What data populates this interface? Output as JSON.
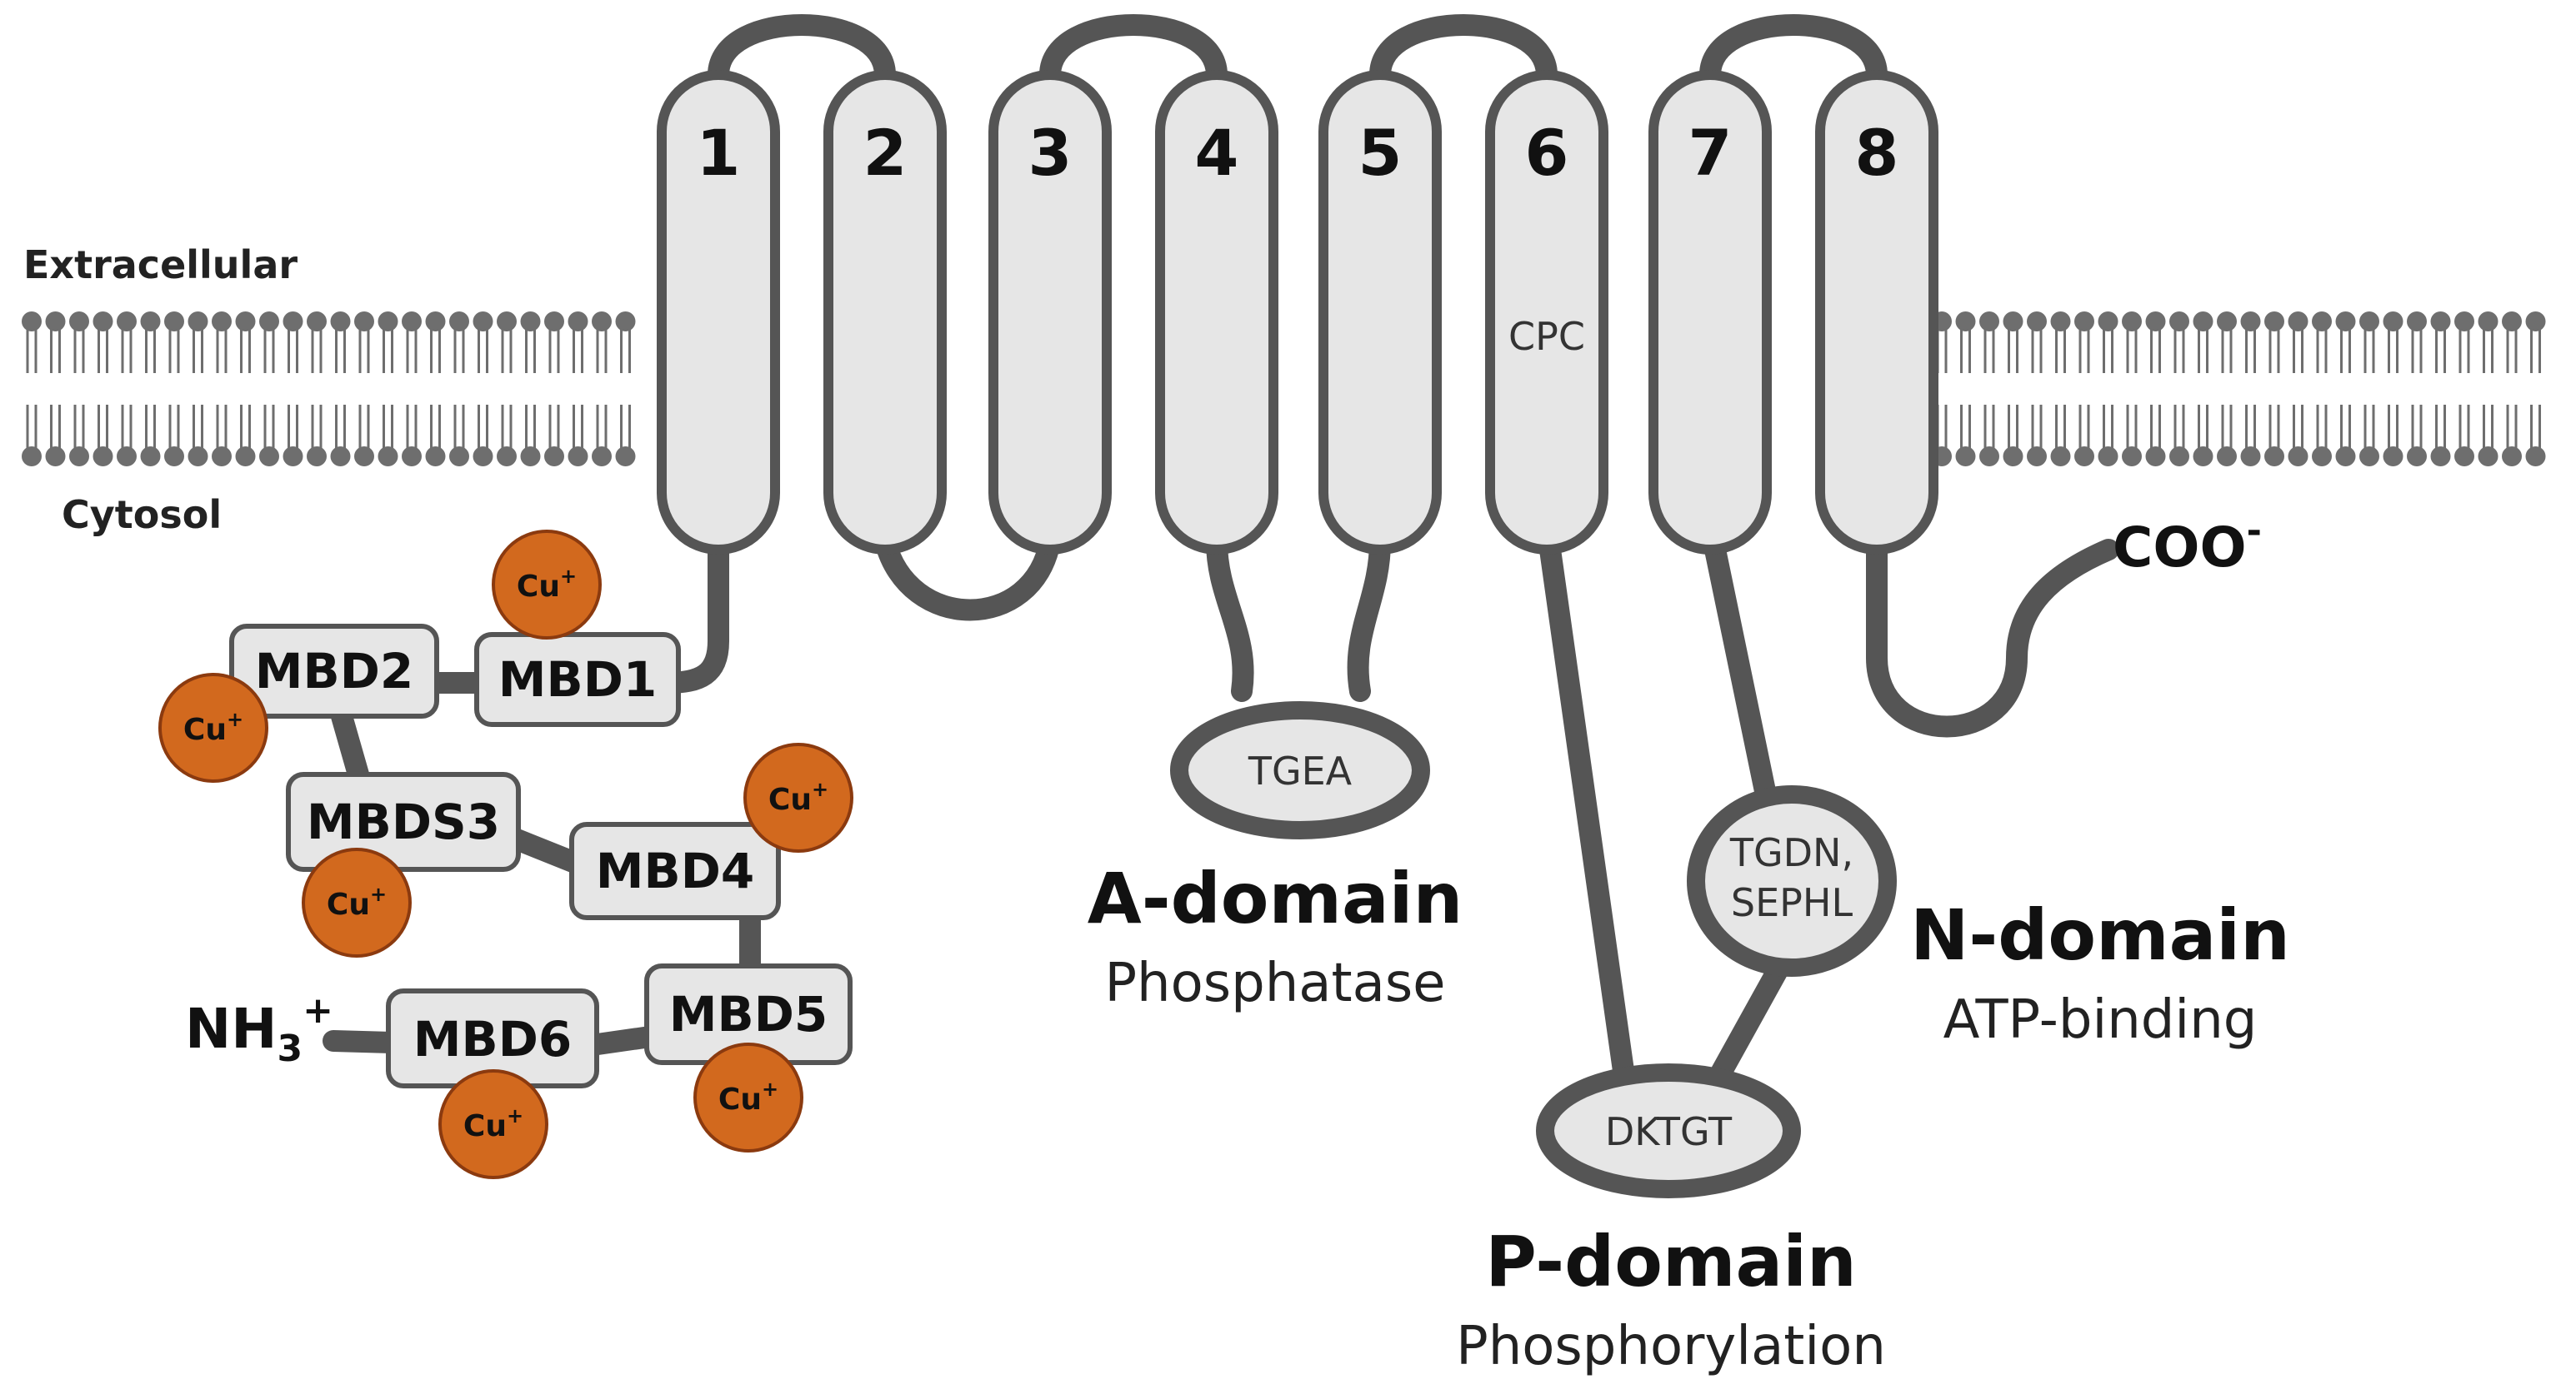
{
  "membrane": {
    "extracellular_label": "Extracellular",
    "cytosol_label": "Cytosol"
  },
  "helices": [
    {
      "number": "1"
    },
    {
      "number": "2"
    },
    {
      "number": "3"
    },
    {
      "number": "4"
    },
    {
      "number": "5"
    },
    {
      "number": "6"
    },
    {
      "number": "7"
    },
    {
      "number": "8"
    }
  ],
  "motifs": {
    "cpc": "CPC",
    "tgea": "TGEA",
    "dktgt": "DKTGT",
    "tgdn_line1": "TGDN,",
    "tgdn_line2": "SEPHL"
  },
  "domains": {
    "a_title": "A-domain",
    "a_subtitle": "Phosphatase",
    "p_title": "P-domain",
    "p_subtitle": "Phosphorylation",
    "n_title": "N-domain",
    "n_subtitle": "ATP-binding"
  },
  "termini": {
    "c_term": "COO",
    "c_term_sup": "-",
    "n_term": "NH",
    "n_term_sub": "3",
    "n_term_sup": "+"
  },
  "mbds": [
    {
      "label": "MBD1"
    },
    {
      "label": "MBD2"
    },
    {
      "label": "MBDS3"
    },
    {
      "label": "MBD4"
    },
    {
      "label": "MBD5"
    },
    {
      "label": "MBD6"
    }
  ],
  "copper": {
    "symbol": "Cu",
    "charge": "+"
  },
  "colors": {
    "protein_fill": "#e6e6e6",
    "protein_stroke": "#555555",
    "copper_fill": "#d2691e",
    "copper_stroke": "#8b3a0f",
    "lipid": "#6e6e6e"
  }
}
